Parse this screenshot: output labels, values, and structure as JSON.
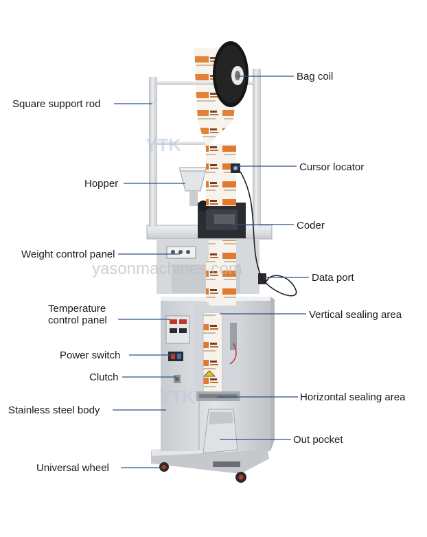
{
  "watermarks": {
    "brand": "YTK",
    "site": "yasonmachines.com"
  },
  "labels": {
    "bag_coil": "Bag coil",
    "square_support_rod": "Square support rod",
    "cursor_locator": "Cursor locator",
    "hopper": "Hopper",
    "coder": "Coder",
    "weight_control_panel": "Weight control panel",
    "data_port": "Data port",
    "temperature_control_panel_line1": "Temperature",
    "temperature_control_panel_line2": "control panel",
    "vertical_sealing_area": "Vertical sealing area",
    "power_switch": "Power switch",
    "clutch": "Clutch",
    "horizontal_sealing_area": "Horizontal sealing area",
    "stainless_steel_body": "Stainless steel body",
    "out_pocket": "Out pocket",
    "universal_wheel": "Universal wheel"
  },
  "colors": {
    "leader_line": "#2f4f8a",
    "label_text": "#1a1a1a",
    "steel": "#d9dbde",
    "film_accent": "#e07a2e"
  }
}
